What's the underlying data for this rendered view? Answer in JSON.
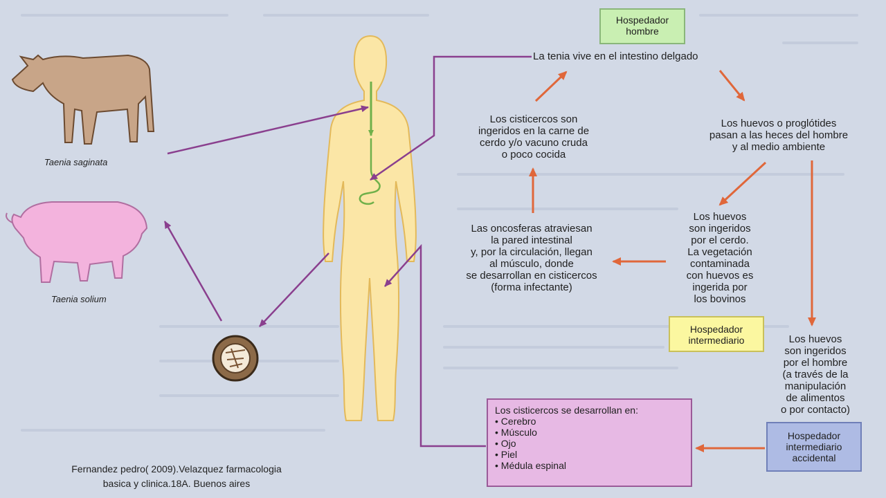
{
  "hosts": {
    "definitive": "Hospedador\nhombre",
    "intermediate": "Hospedador\nintermediario",
    "accidental": "Hospedador\nintermediario\naccidental"
  },
  "animals": {
    "cow_label": "Taenia saginata",
    "pig_label": "Taenia solium"
  },
  "cycle": {
    "adult": "La tenia vive en el intestino delgado",
    "eggs_feces": "Los huevos o proglótides\npasan a las heces del hombre\ny al medio ambiente",
    "eggs_ingested_animal": "Los huevos\nson ingeridos\npor el cerdo.\nLa vegetación\ncontaminada\ncon huevos es\ningerida por\nlos bovinos",
    "oncospheres": "Las oncosferas atraviesan\nla pared intestinal\ny, por la circulación, llegan\nal músculo, donde\nse desarrollan en cisticercos\n(forma infectante)",
    "cysticerci_ingested": "Los cisticercos son\ningeridos en la carne de\ncerdo y/o vacuno cruda\no poco cocida",
    "eggs_ingested_human": "Los huevos\nson ingeridos\npor el hombre\n(a través de la\nmanipulación\nde alimentos\no por contacto)"
  },
  "cyst_box": {
    "title": "Los cisticercos se desarrollan en:",
    "items": [
      "Cerebro",
      "Músculo",
      "Ojo",
      "Piel",
      "Médula espinal"
    ]
  },
  "citation": "Fernandez pedro( 2009).Velazquez farmacologia\nbasica y clinica.18A. Buenos aires",
  "colors": {
    "background": "#d2d9e6",
    "human_body": "#fbe6a6",
    "cow": "#c8a588",
    "pig": "#f3b3dd",
    "purple_arrow": "#8a3f8e",
    "orange_arrow": "#e0673a",
    "green_gut": "#6fb04a",
    "definitive_box": "#c9efb2",
    "intermediate_box": "#fbf7a0",
    "accidental_box": "#aebbe4",
    "cyst_box": "#e7b9e4"
  }
}
